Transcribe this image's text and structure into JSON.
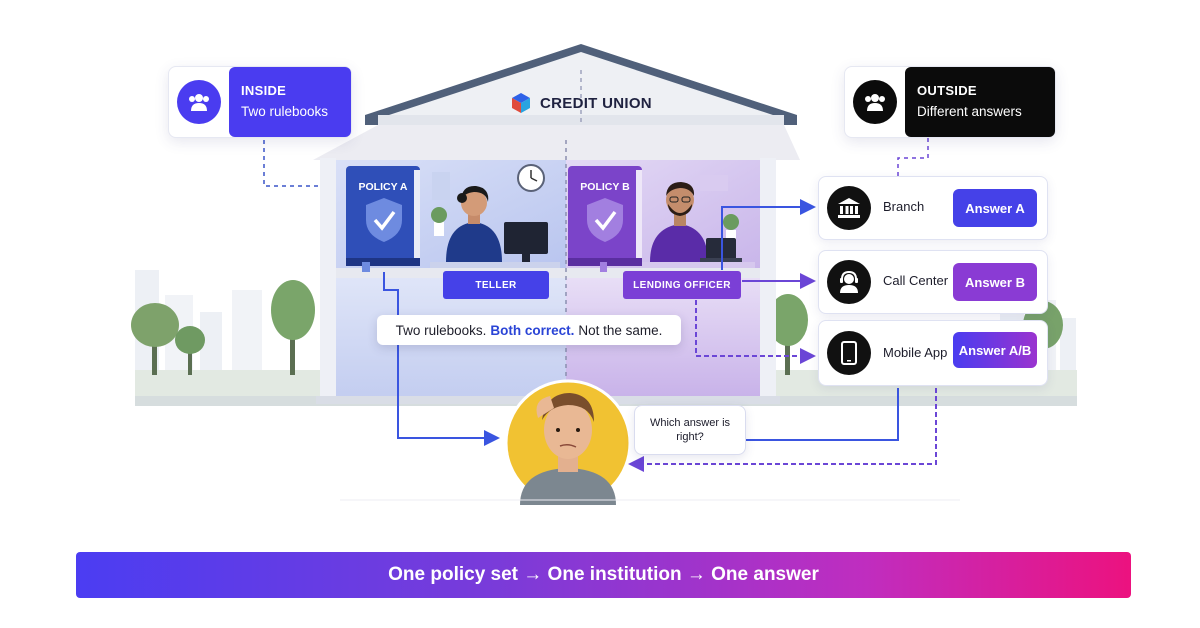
{
  "brand": {
    "name": "CREDIT UNION"
  },
  "inside": {
    "title": "INSIDE",
    "subtitle": "Two rulebooks",
    "icon": "people-icon",
    "color": "#4a3cf0"
  },
  "outside": {
    "title": "OUTSIDE",
    "subtitle": "Different answers",
    "icon": "people-icon",
    "color": "#0b0b0b"
  },
  "books": [
    {
      "label": "POLICY A",
      "color": "#2f4fb8"
    },
    {
      "label": "POLICY B",
      "color": "#7b44c9"
    }
  ],
  "roles": [
    {
      "label": "TELLER",
      "color": "#4541e8"
    },
    {
      "label": "LENDING OFFICER",
      "color": "#7b3fd6"
    }
  ],
  "caption": {
    "part1": "Two rulebooks.",
    "part2": "Both correct.",
    "part3": "Not the same."
  },
  "channels": [
    {
      "name": "Branch",
      "icon": "bank-icon",
      "answer": "Answer A",
      "answer_color": "#4541e8"
    },
    {
      "name": "Call Center",
      "icon": "headset-agent-icon",
      "answer": "Answer B",
      "answer_color": "#8a3bd4"
    },
    {
      "name": "Mobile App",
      "icon": "smartphone-icon",
      "answer": "Answer A/B",
      "answer_color": "#6a3ae0"
    }
  ],
  "member": {
    "question": "Which answer is right?"
  },
  "banner": {
    "text": "One policy set → One institution → One answer"
  },
  "colors": {
    "blue": "#4541e8",
    "purple": "#7b3fd6",
    "magenta": "#ec127f"
  }
}
